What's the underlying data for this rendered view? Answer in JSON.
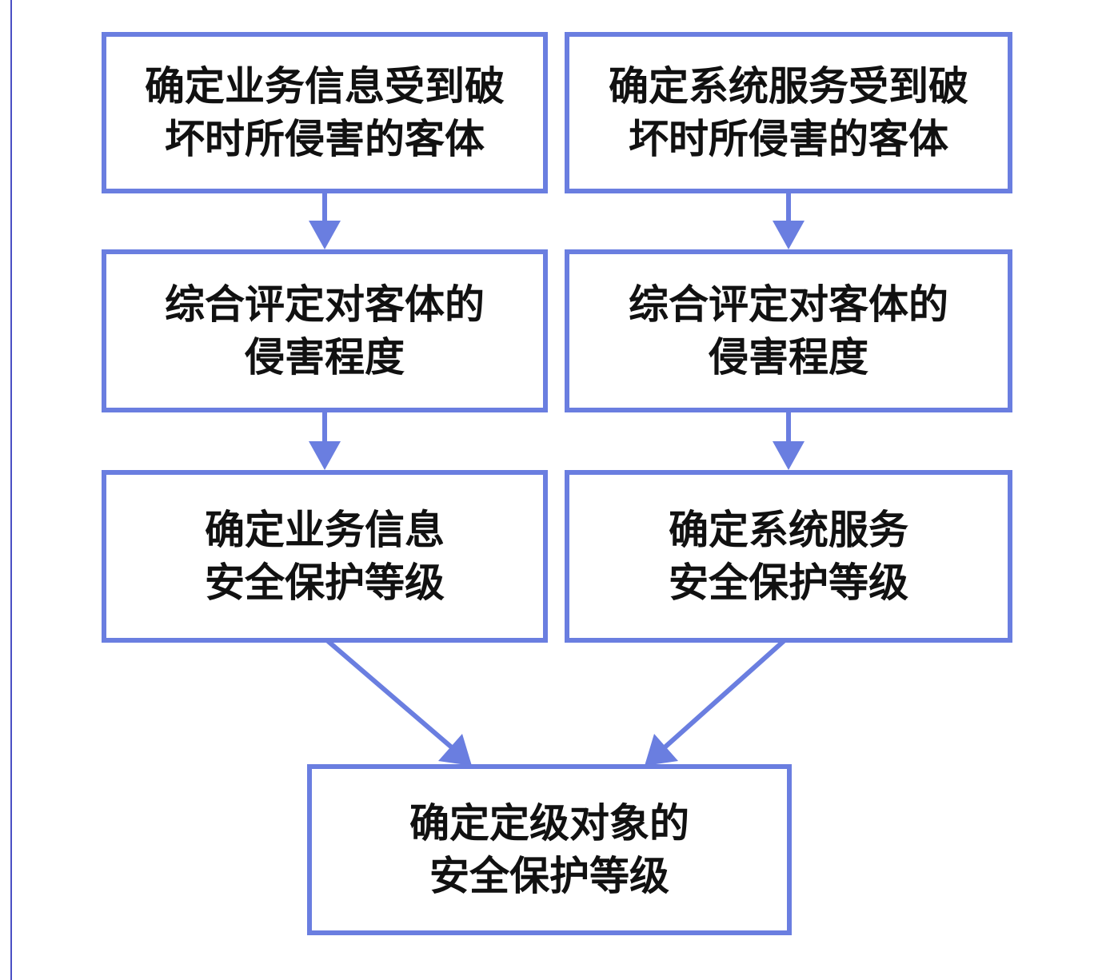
{
  "colors": {
    "box_border": "#6a7ee0",
    "arrow": "#6a7ee0",
    "text": "#111111",
    "left_rule": "#4a4fc4",
    "background": "#ffffff"
  },
  "nodes": {
    "business_object": {
      "line1": "确定业务信息受到破",
      "line2": "坏时所侵害的客体"
    },
    "system_object": {
      "line1": "确定系统服务受到破",
      "line2": "坏时所侵害的客体"
    },
    "business_damage": {
      "line1": "综合评定对客体的",
      "line2": "侵害程度"
    },
    "system_damage": {
      "line1": "综合评定对客体的",
      "line2": "侵害程度"
    },
    "business_level": {
      "line1": "确定业务信息",
      "line2": "安全保护等级"
    },
    "system_level": {
      "line1": "确定系统服务",
      "line2": "安全保护等级"
    },
    "final_level": {
      "line1": "确定定级对象的",
      "line2": "安全保护等级"
    }
  }
}
